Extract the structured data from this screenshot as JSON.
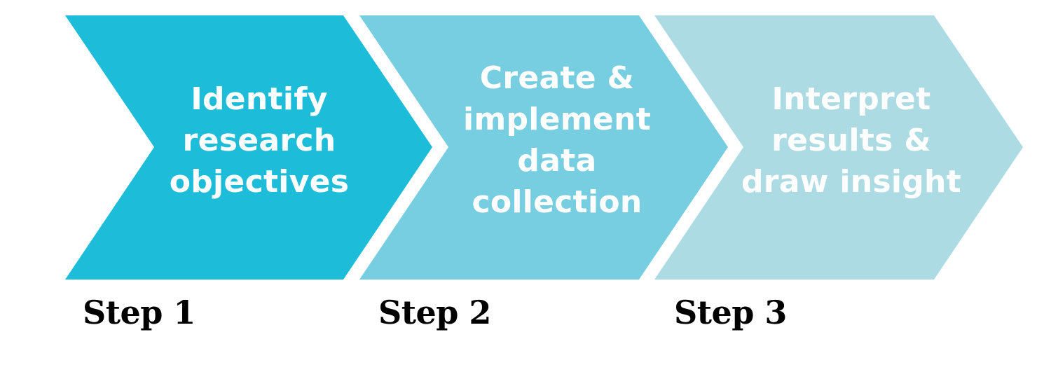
{
  "colors": {
    "step1_fill": "#1dbdd9",
    "step2_fill": "#77cee1",
    "step3_fill": "#acdbe4",
    "arrow_text": "#ffffff",
    "label_text": "#000000"
  },
  "steps": [
    {
      "lines": [
        "Identify",
        "research",
        "objectives"
      ],
      "label": "Step 1"
    },
    {
      "lines": [
        "Create &",
        "implement",
        "data",
        "collection"
      ],
      "label": "Step 2"
    },
    {
      "lines": [
        "Interpret",
        "results &",
        "draw insight"
      ],
      "label": "Step 3"
    }
  ]
}
